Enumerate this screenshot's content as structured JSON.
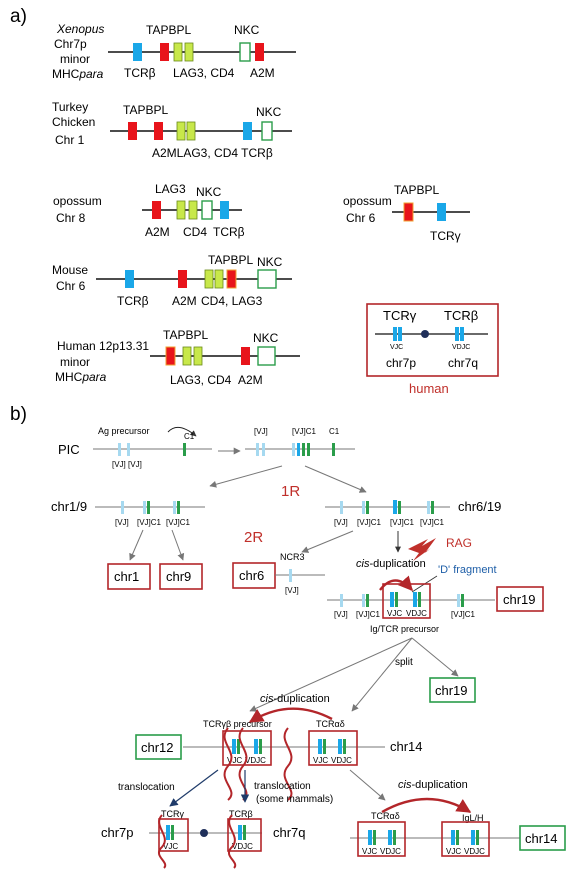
{
  "colors": {
    "A2M": "#e8141b",
    "TAPBPL": "#e8141b",
    "LAG3_CD4": "#c8e84a",
    "TCR": "#1aa7e8",
    "NKC": "#ffffff",
    "NKC_border": "#2a9d4a",
    "light_blue": "#a6d9f0",
    "dark_red": "#b3262a",
    "box_green": "#2a9d4a",
    "arrow_navy": "#1f3b6a"
  },
  "panel_a": {
    "label": "a)",
    "xenopus": {
      "l1": "Xenopus",
      "l2": "Chr7p",
      "l3": "minor",
      "l4a": "MHC",
      "l4b": "para",
      "tapbpl": "TAPBPL",
      "nkc": "NKC",
      "tcrb": "TCRβ",
      "lag3": "LAG3, CD4",
      "a2m": "A2M"
    },
    "turkey": {
      "l1": "Turkey",
      "l2": "Chicken",
      "l3": "Chr 1",
      "tapbpl": "TAPBPL",
      "nkc": "NKC",
      "bottom": "A2MLAG3, CD4 TCRβ"
    },
    "opossum8": {
      "l1": "opossum",
      "l2": "Chr 8",
      "lag3": "LAG3",
      "nkc": "NKC",
      "a2m": "A2M",
      "cd4": "CD4",
      "tcrb": "TCRβ"
    },
    "opossum6": {
      "l1": "opossum",
      "l2": "Chr 6",
      "tapbpl": "TAPBPL",
      "tcrg": "TCRγ"
    },
    "mouse": {
      "l1": "Mouse",
      "l2": "Chr 6",
      "tapbpl": "TAPBPL",
      "nkc": "NKC",
      "tcrb": "TCRβ",
      "a2m": "A2M",
      "cd4lag3": "CD4, LAG3"
    },
    "human": {
      "l1": "Human 12p13.31",
      "l2": "minor",
      "l3a": "MHC",
      "l3b": "para",
      "tapbpl": "TAPBPL",
      "nkc": "NKC",
      "lag3cd4": "LAG3, CD4",
      "a2m": "A2M"
    },
    "human_box": {
      "tcrg": "TCRγ",
      "tcrb": "TCRβ",
      "vjc": "VJC",
      "vdjc": "VDJC",
      "chr7p": "chr7p",
      "chr7q": "chr7q",
      "title": "human"
    }
  },
  "panel_b": {
    "label": "b)",
    "pic": "PIC",
    "ag_precursor": "Ag precursor",
    "c1": "C1",
    "vj": "[VJ]",
    "vj_vj": "[VJ] [VJ]",
    "top_right_vj": "[VJ]",
    "top_right_vjc1": "[VJ]C1",
    "top_right_c1": "C1",
    "r1": "1R",
    "r2": "2R",
    "chr19_label": "chr1/9",
    "chr619_label": "chr6/19",
    "vjc1": "[VJ]C1",
    "chr1": "chr1",
    "chr9": "chr9",
    "chr6": "chr6",
    "chr19": "chr19",
    "ncr3": "NCR3",
    "rag": "RAG",
    "cis_dup": "cis",
    "cis_dup_rest": "-duplication",
    "d_fragment": "'D' fragment",
    "vjc": "VJC",
    "vdjc": "VDJC",
    "ig_tcr": "Ig/TCR precursor",
    "split": "split",
    "chr19_green": "chr19",
    "chr12": "chr12",
    "chr14": "chr14",
    "chr14b": "chr14",
    "tcrgb_prec": "TCRγβ precursor",
    "tcrad": "TCRαδ",
    "tcrad2": "TCRαδ",
    "translocation": "translocation",
    "translocation2": "translocation",
    "some_mammals": "(some mammals)",
    "tcrg": "TCRγ",
    "tcrb": "TCRβ",
    "chr7p": "chr7p",
    "chr7q": "chr7q",
    "iglh": "IgL/H"
  }
}
